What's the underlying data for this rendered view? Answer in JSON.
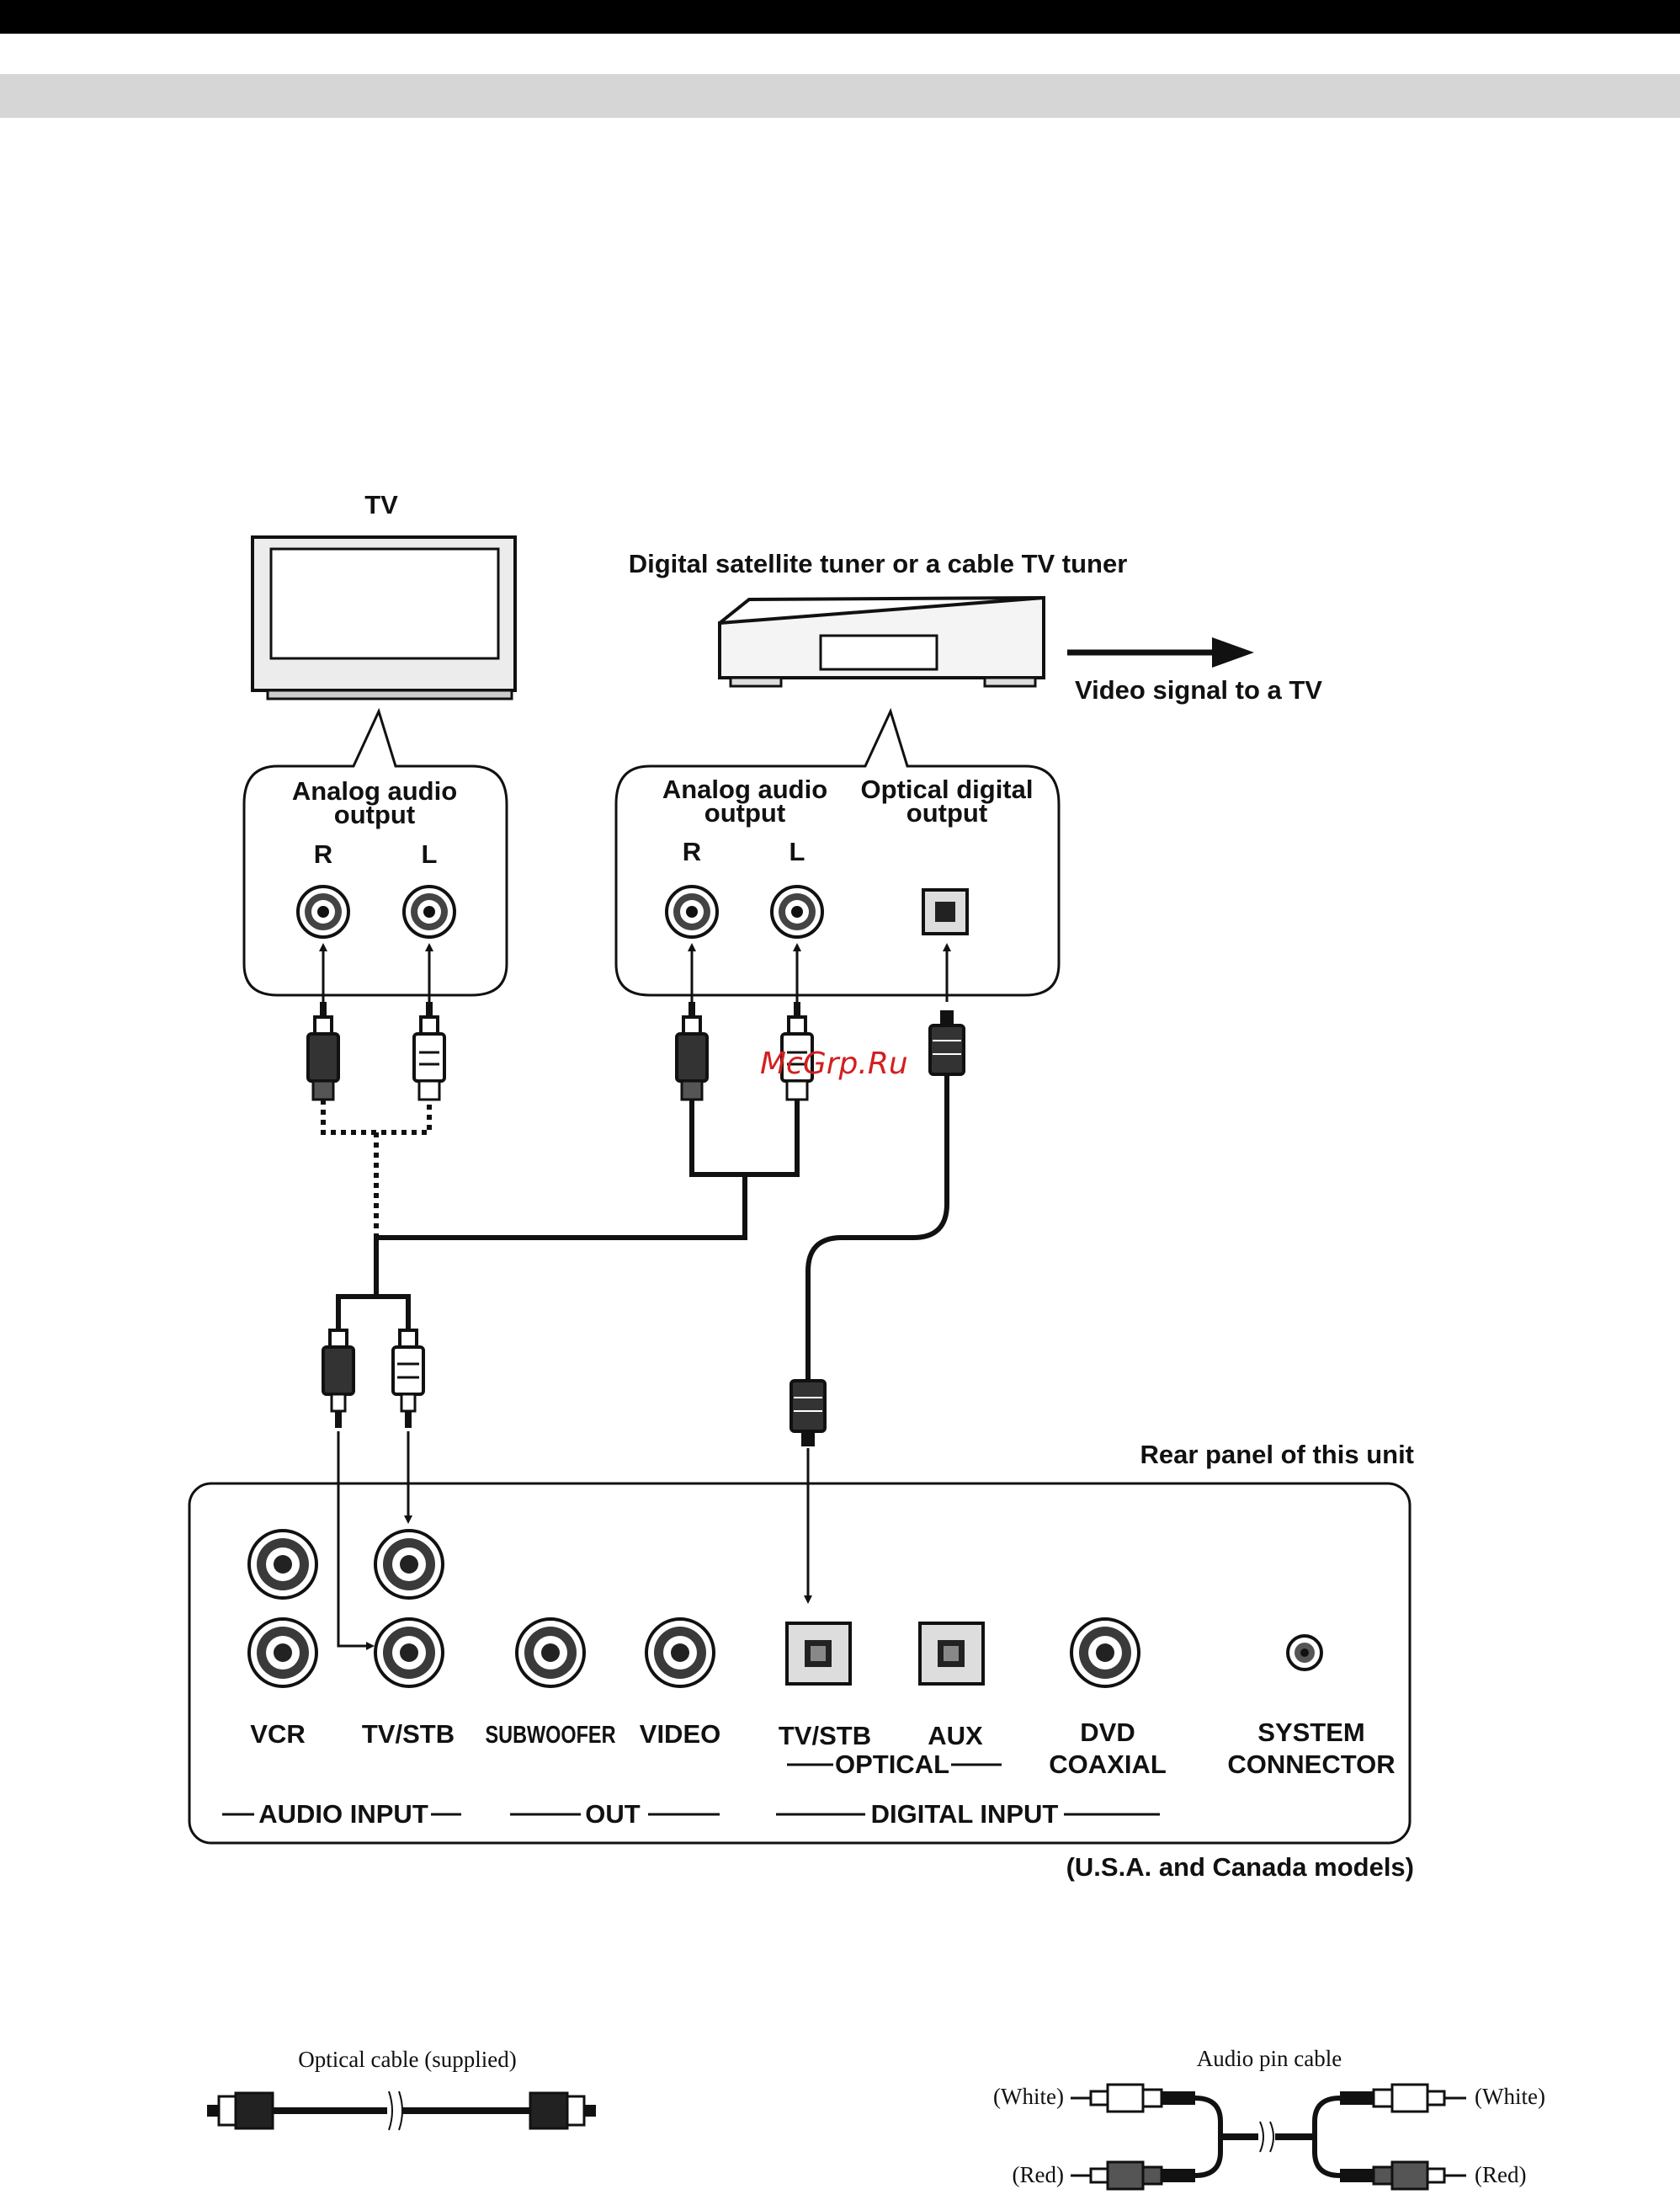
{
  "page": {
    "top_bar_color": "#000000",
    "band_color": "#d6d6d6"
  },
  "tv": {
    "label": "TV",
    "box_label_line1": "Analog audio",
    "box_label_line2": "output",
    "jack_r": "R",
    "jack_l": "L"
  },
  "tuner": {
    "label": "Digital satellite tuner or a cable TV tuner",
    "video_signal_label": "Video signal to a TV",
    "analog_label_line1": "Analog audio",
    "analog_label_line2": "output",
    "optical_label_line1": "Optical digital",
    "optical_label_line2": "output",
    "jack_r": "R",
    "jack_l": "L"
  },
  "watermark": "McGrp.Ru",
  "rear_panel": {
    "title": "Rear panel of this unit",
    "jacks": {
      "vcr": "VCR",
      "tv_stb": "TV/STB",
      "subwoofer": "SUBWOOFER",
      "video": "VIDEO",
      "opt_tv_stb": "TV/STB",
      "aux": "AUX",
      "dvd": "DVD",
      "coaxial": "COAXIAL",
      "system": "SYSTEM",
      "connector": "CONNECTOR"
    },
    "group_optical": "OPTICAL",
    "group_audio_input": "AUDIO INPUT",
    "group_out": "OUT",
    "group_digital_input": "DIGITAL INPUT",
    "models_note": "(U.S.A. and Canada models)"
  },
  "optical_cable": {
    "title": "Optical cable (supplied)"
  },
  "audio_pin_cable": {
    "title": "Audio pin cable",
    "white_left": "(White)",
    "white_right": "(White)",
    "red_left": "(Red)",
    "red_right": "(Red)"
  }
}
